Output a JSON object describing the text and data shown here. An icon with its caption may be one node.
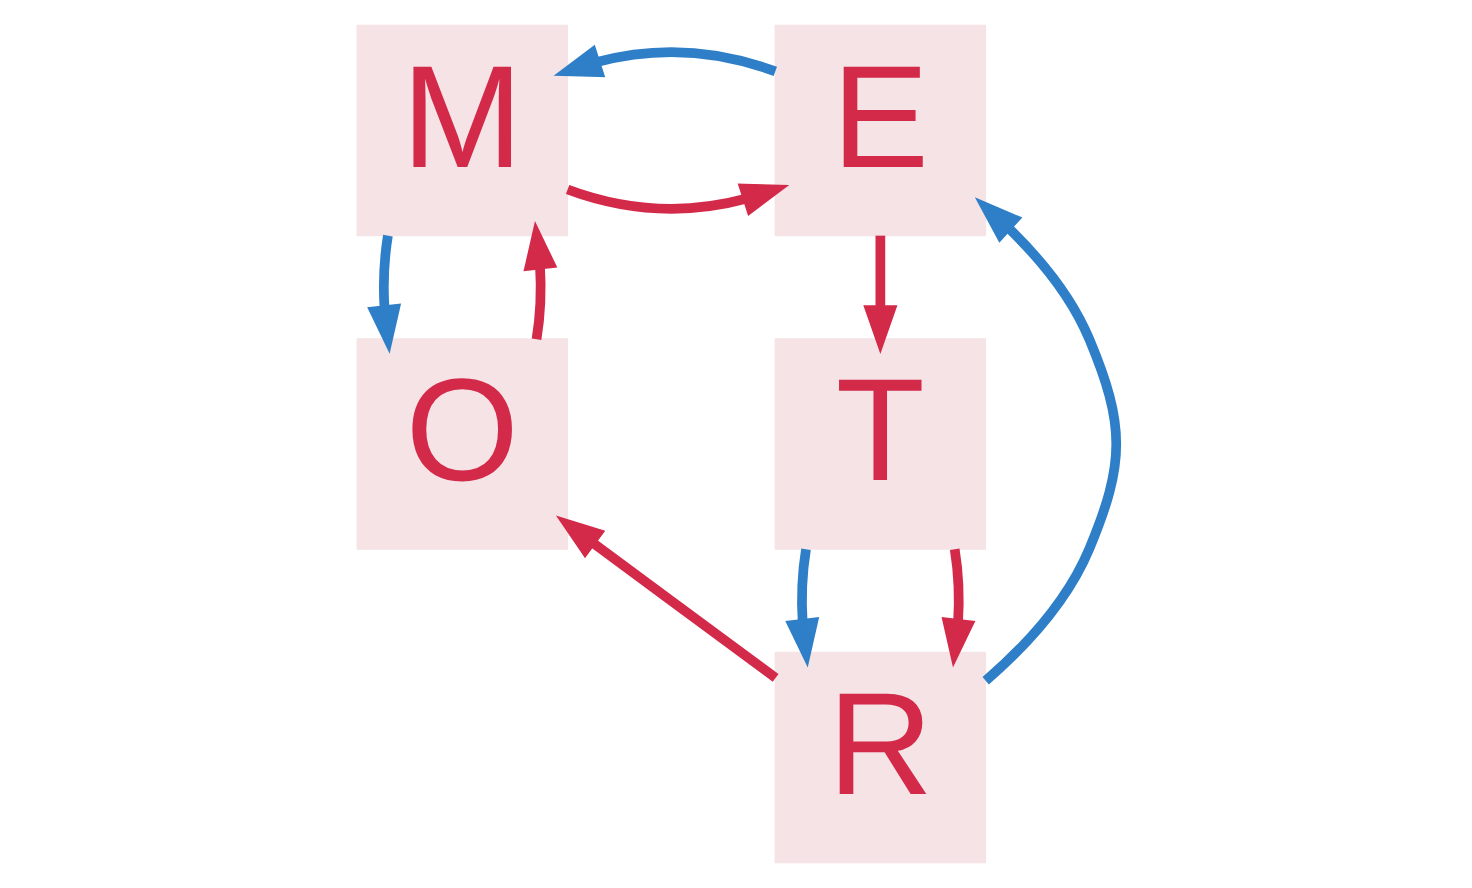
{
  "diagram": {
    "nodes": [
      {
        "text": [
          "M"
        ]
      },
      {
        "text": [
          "E"
        ]
      },
      {
        "text": [
          "O"
        ]
      },
      {
        "text": [
          "T"
        ]
      },
      {
        "text": [
          "R"
        ]
      }
    ],
    "edges": [
      {
        "from": 2,
        "to": 0,
        "arrow": "to"
      },
      {
        "from": 0,
        "to": 1,
        "arrow": "to"
      },
      {
        "from": 1,
        "to": 0,
        "arrow": "to",
        "color": "#2e7fc8"
      },
      {
        "from": 1,
        "to": 3,
        "arrow": "to"
      },
      {
        "from": 0,
        "to": 2,
        "arrow": "to",
        "color": "#2e7fc8"
      },
      {
        "from": 4,
        "to": 1,
        "arrow": "to",
        "color": "#2e7fc8"
      },
      {
        "from": 3,
        "to": 4,
        "arrow": "to",
        "color": "#2e7fc8"
      },
      {
        "from": 3,
        "to": 4,
        "arrow": "to"
      },
      {
        "from": 4,
        "to": 2,
        "arrow": "to"
      }
    ]
  }
}
